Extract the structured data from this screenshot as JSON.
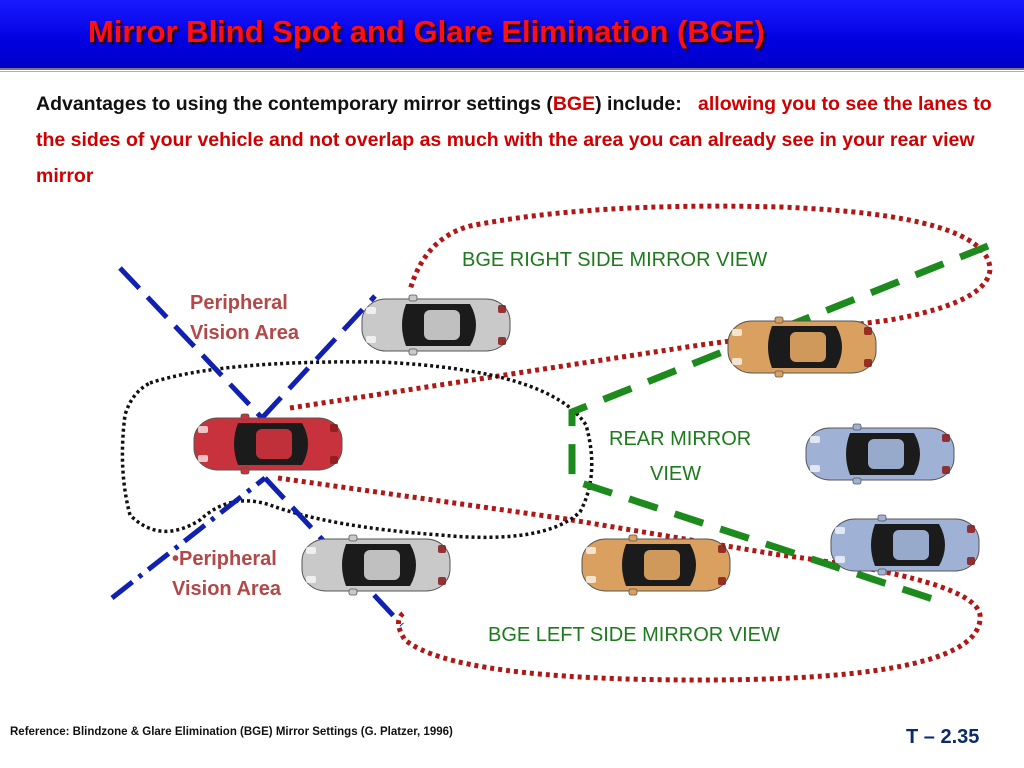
{
  "slide": {
    "title": "Mirror Blind Spot and Glare Elimination (BGE)",
    "intro_prefix": "Advantages to using the contemporary mirror settings (",
    "intro_bge": "BGE",
    "intro_mid": ") include:",
    "intro_answer": "allowing you to see the lanes to the sides of your vehicle and not overlap as much with the area you can already see in your rear view mirror",
    "reference": "Reference: Blindzone & Glare Elimination (BGE) Mirror Settings (G. Platzer, 1996)",
    "slide_number": "T – 2.35"
  },
  "diagram": {
    "right_mirror_label": "BGE RIGHT SIDE MIRROR VIEW",
    "left_mirror_label": "BGE LEFT SIDE MIRROR VIEW",
    "rear_mirror_label_line1": "REAR MIRROR",
    "rear_mirror_label_line2": "VIEW",
    "peripheral_top_line1": "Peripheral",
    "peripheral_top_line2": "Vision Area",
    "peripheral_bottom_line1": "•Peripheral",
    "peripheral_bottom_line2": "Vision Area",
    "colors": {
      "title_bg": "#0000e0",
      "title_text": "#ff1010",
      "answer_text": "#d00000",
      "bge_zone": "#b01818",
      "rear_view_zone": "#1d8a1d",
      "peripheral_lines": "#1020b0",
      "vehicle_own": "#c8323c",
      "vehicle_silver": "#c9c9c9",
      "vehicle_tan": "#d9a060",
      "vehicle_blue": "#9fb2d6"
    }
  }
}
